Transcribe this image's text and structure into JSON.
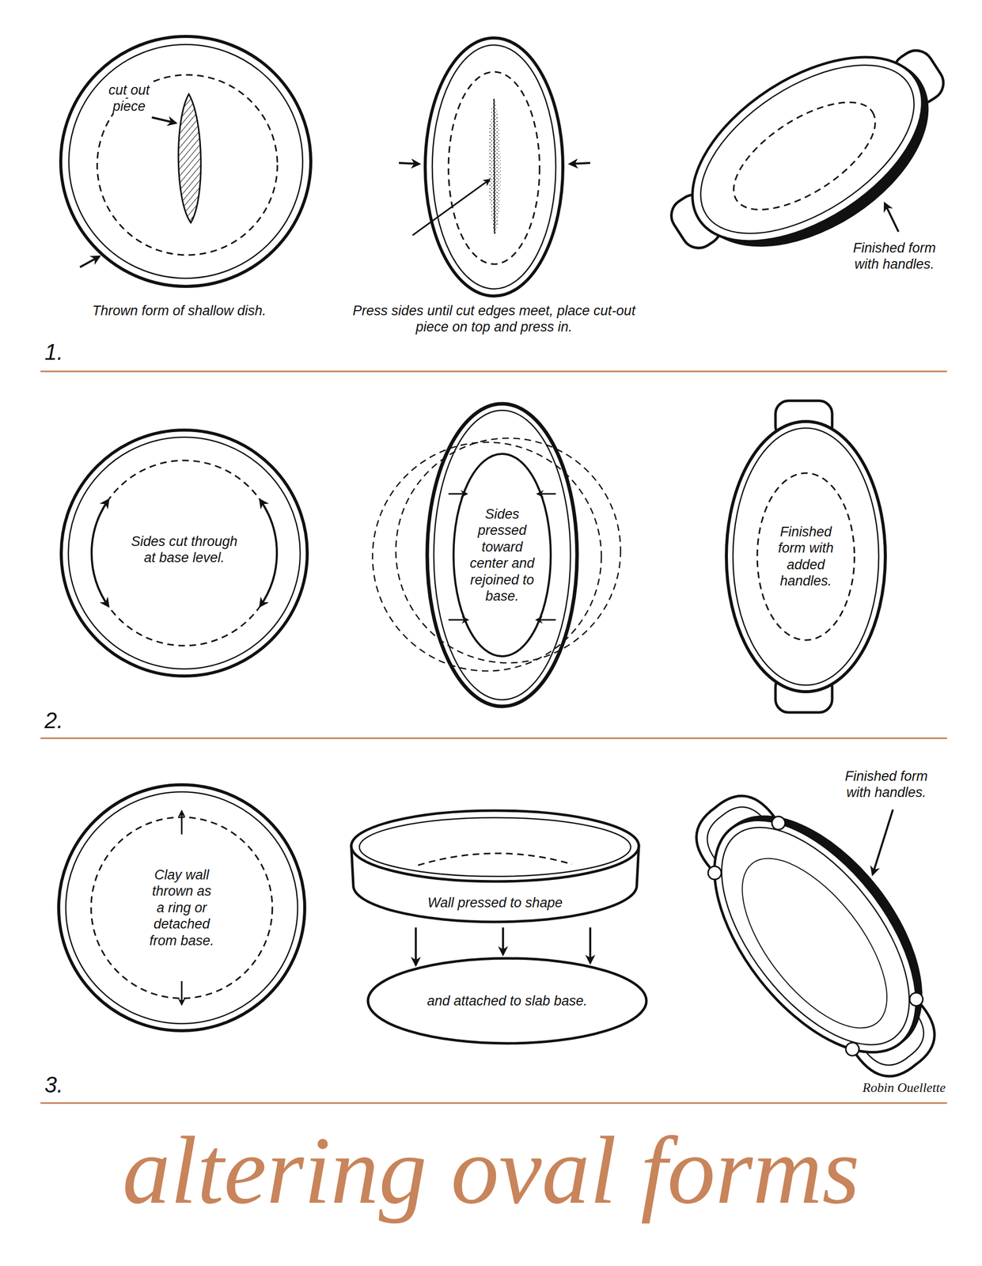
{
  "diagram": {
    "title": "altering oval forms",
    "nodes": [
      {
        "text": [
          "Sides cut through at base level."
        ]
      },
      {
        "text": [
          "Sides pressed toward center and rejoined to base."
        ]
      },
      {
        "text": [
          "Finished form with added handles."
        ]
      },
      {
        "text": [
          "Clay wall thrown as a ring or detached from base."
        ]
      },
      {
        "text": [
          "Wall pressed to shape"
        ]
      },
      {
        "text": [
          "and attached to slab base."
        ]
      }
    ],
    "edges": [
      {
        "from": 4,
        "to": 5,
        "arrow": "to"
      },
      {
        "from": 4,
        "to": 5,
        "arrow": "to"
      },
      {
        "from": 4,
        "to": 5,
        "arrow": "to"
      }
    ],
    "labels": [
      "cut out piece",
      "Finished form with handles.",
      "Thrown form of shallow dish.",
      "Press sides until cut edges meet, place cut-out piece on top and press in.",
      "1.",
      "2.",
      "Finished form with handles.",
      "3.",
      "Robin Ouellette"
    ]
  }
}
